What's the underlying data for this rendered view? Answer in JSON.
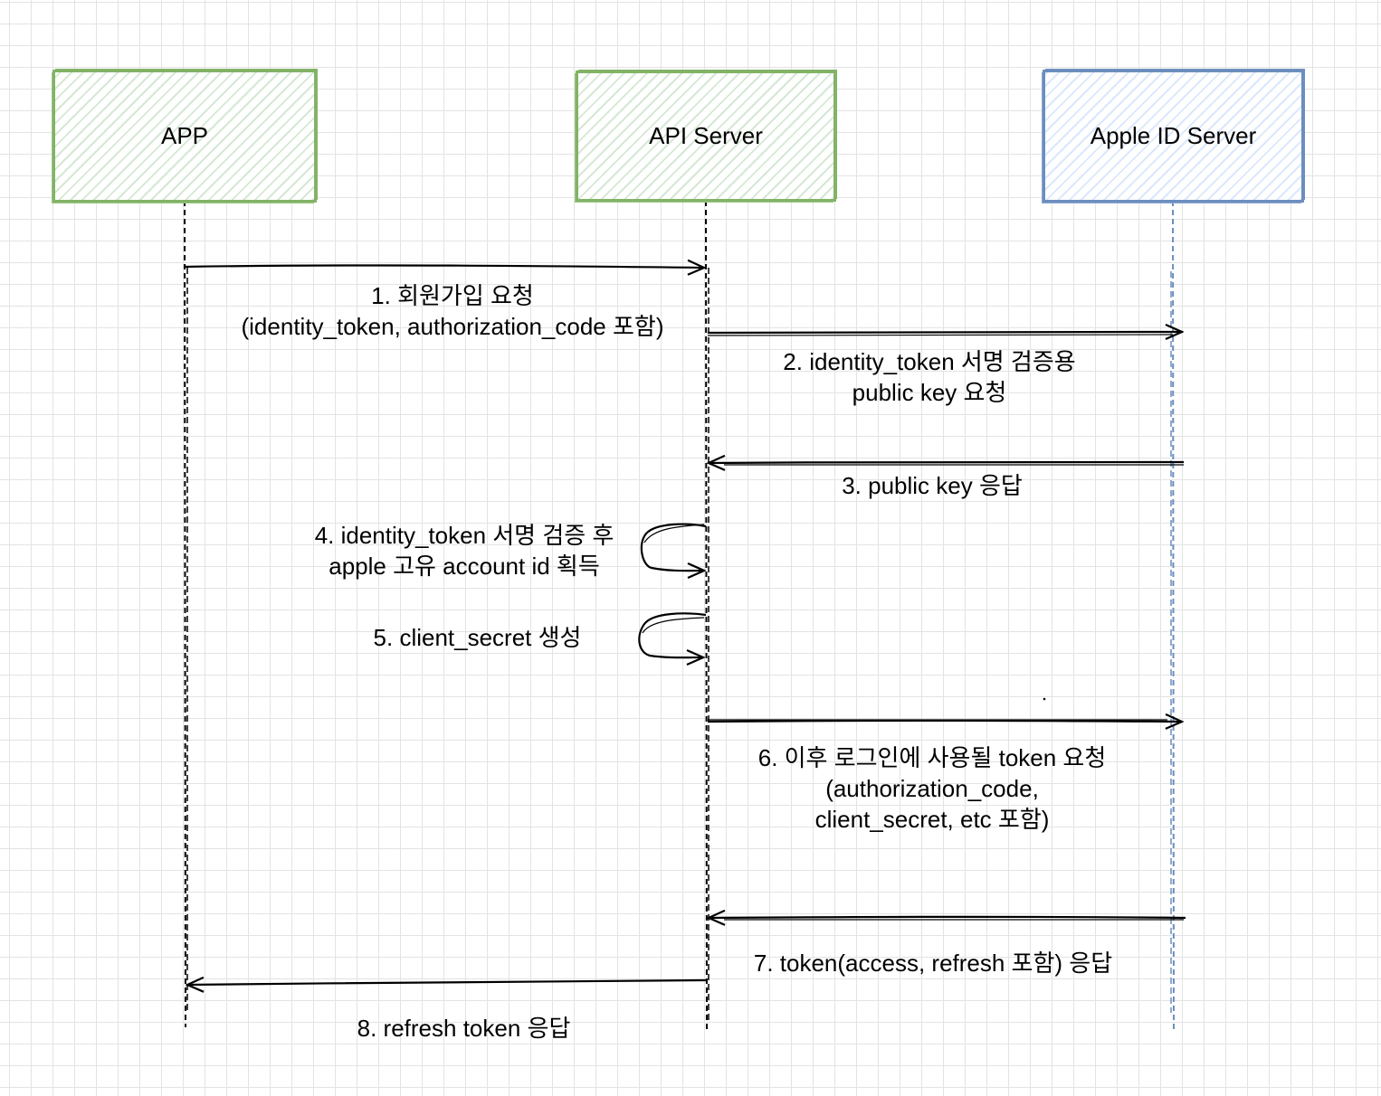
{
  "participants": {
    "app": "APP",
    "api_server": "API Server",
    "apple_id_server": "Apple ID Server"
  },
  "messages": {
    "m1": [
      "1. 회원가입 요청",
      "(identity_token, authorization_code 포함)"
    ],
    "m2": [
      "2. identity_token 서명 검증용",
      "public key 요청"
    ],
    "m3": [
      "3. public key 응답"
    ],
    "m4": [
      "4. identity_token 서명 검증 후",
      "apple 고유 account id 획득"
    ],
    "m5": [
      "5. client_secret 생성"
    ],
    "m6": [
      "6. 이후 로그인에 사용될 token 요청",
      "(authorization_code,",
      "client_secret, etc 포함)"
    ],
    "m7": [
      "7. token(access, refresh 포함) 응답"
    ],
    "m8": [
      "8. refresh token 응답"
    ]
  },
  "colors": {
    "green_stroke": "#82b366",
    "green_fill": "#d5e8d4",
    "blue_stroke": "#6c8ebf",
    "blue_fill": "#dae8fc",
    "arrow": "#000000"
  }
}
